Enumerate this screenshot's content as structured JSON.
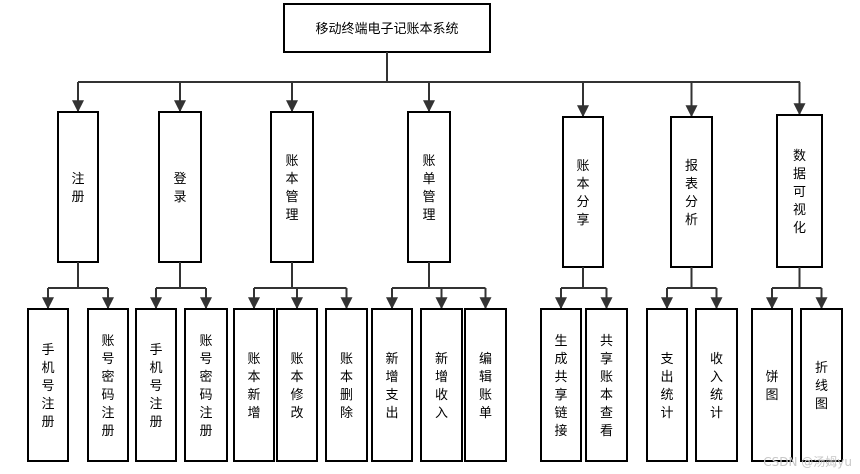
{
  "root": {
    "label": "移动终端电子记账本系统"
  },
  "modules": [
    {
      "label": "注册",
      "children": [
        "手机号注册",
        "账号密码注册"
      ]
    },
    {
      "label": "登录",
      "children": [
        "手机号注册",
        "账号密码注册"
      ]
    },
    {
      "label": "账本管理",
      "children": [
        "账本新增",
        "账本修改",
        "账本删除"
      ]
    },
    {
      "label": "账单管理",
      "children": [
        "新增支出",
        "新增收入",
        "编辑账单"
      ]
    },
    {
      "label": "账本分享",
      "children": [
        "生成共享链接",
        "共享账本查看"
      ]
    },
    {
      "label": "报表分析",
      "children": [
        "支出统计",
        "收入统计"
      ]
    },
    {
      "label": "数据可视化",
      "children": [
        "饼图",
        "折线图"
      ]
    }
  ],
  "watermark": "CSDN @汤姆yu",
  "colors": {
    "stroke": "#000000",
    "connector": "#333333",
    "background": "#ffffff"
  }
}
